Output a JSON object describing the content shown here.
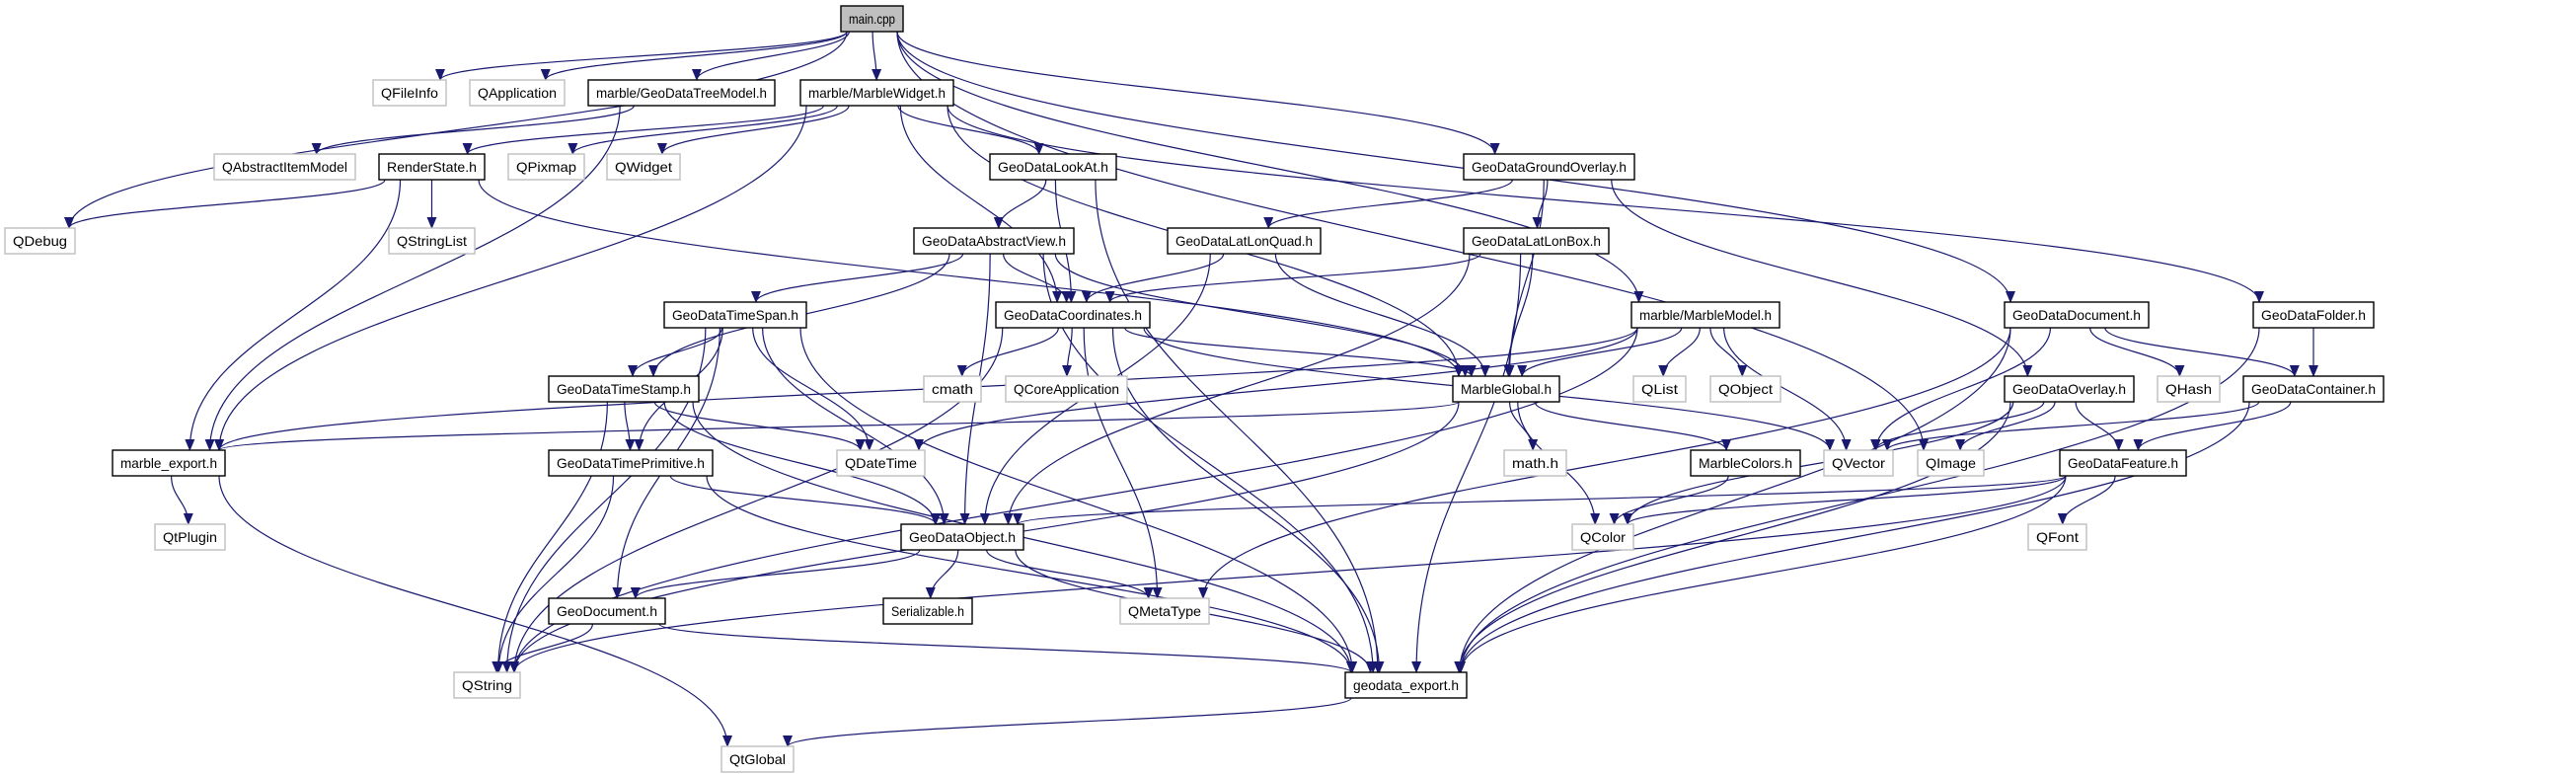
{
  "colors": {
    "edge": "#191970",
    "external_border": "#bfbfbf",
    "internal_border": "#000000",
    "root_fill": "#bfbfbf"
  },
  "nodes": [
    {
      "label": "main.cpp",
      "kind": "root"
    },
    {
      "label": "QFileInfo",
      "kind": "ext"
    },
    {
      "label": "QApplication",
      "kind": "ext"
    },
    {
      "label": "marble/GeoDataTreeModel.h",
      "kind": "int"
    },
    {
      "label": "marble/MarbleWidget.h",
      "kind": "int"
    },
    {
      "label": "QAbstractItemModel",
      "kind": "ext"
    },
    {
      "label": "RenderState.h",
      "kind": "int"
    },
    {
      "label": "QPixmap",
      "kind": "ext"
    },
    {
      "label": "QWidget",
      "kind": "ext"
    },
    {
      "label": "GeoDataLookAt.h",
      "kind": "int"
    },
    {
      "label": "GeoDataGroundOverlay.h",
      "kind": "int"
    },
    {
      "label": "QDebug",
      "kind": "ext"
    },
    {
      "label": "QStringList",
      "kind": "ext"
    },
    {
      "label": "GeoDataAbstractView.h",
      "kind": "int"
    },
    {
      "label": "GeoDataLatLonQuad.h",
      "kind": "int"
    },
    {
      "label": "GeoDataLatLonBox.h",
      "kind": "int"
    },
    {
      "label": "GeoDataTimeSpan.h",
      "kind": "int"
    },
    {
      "label": "GeoDataCoordinates.h",
      "kind": "int"
    },
    {
      "label": "marble/MarbleModel.h",
      "kind": "int"
    },
    {
      "label": "GeoDataDocument.h",
      "kind": "int"
    },
    {
      "label": "GeoDataFolder.h",
      "kind": "int"
    },
    {
      "label": "GeoDataTimeStamp.h",
      "kind": "int"
    },
    {
      "label": "cmath",
      "kind": "ext"
    },
    {
      "label": "QCoreApplication",
      "kind": "ext"
    },
    {
      "label": "MarbleGlobal.h",
      "kind": "int"
    },
    {
      "label": "QList",
      "kind": "ext"
    },
    {
      "label": "QObject",
      "kind": "ext"
    },
    {
      "label": "GeoDataOverlay.h",
      "kind": "int"
    },
    {
      "label": "QHash",
      "kind": "ext"
    },
    {
      "label": "GeoDataContainer.h",
      "kind": "int"
    },
    {
      "label": "marble_export.h",
      "kind": "int"
    },
    {
      "label": "GeoDataTimePrimitive.h",
      "kind": "int"
    },
    {
      "label": "QDateTime",
      "kind": "ext"
    },
    {
      "label": "math.h",
      "kind": "ext"
    },
    {
      "label": "MarbleColors.h",
      "kind": "int"
    },
    {
      "label": "QVector",
      "kind": "ext"
    },
    {
      "label": "QImage",
      "kind": "ext"
    },
    {
      "label": "GeoDataFeature.h",
      "kind": "int"
    },
    {
      "label": "QtPlugin",
      "kind": "ext"
    },
    {
      "label": "GeoDataObject.h",
      "kind": "int"
    },
    {
      "label": "QColor",
      "kind": "ext"
    },
    {
      "label": "QFont",
      "kind": "ext"
    },
    {
      "label": "GeoDocument.h",
      "kind": "int"
    },
    {
      "label": "Serializable.h",
      "kind": "int"
    },
    {
      "label": "QMetaType",
      "kind": "ext"
    },
    {
      "label": "QString",
      "kind": "ext"
    },
    {
      "label": "geodata_export.h",
      "kind": "int"
    },
    {
      "label": "QtGlobal",
      "kind": "ext"
    }
  ],
  "edges": [
    [
      "main.cpp",
      "QDebug"
    ],
    [
      "main.cpp",
      "QFileInfo"
    ],
    [
      "main.cpp",
      "QApplication"
    ],
    [
      "main.cpp",
      "marble/GeoDataTreeModel.h"
    ],
    [
      "main.cpp",
      "marble/MarbleWidget.h"
    ],
    [
      "main.cpp",
      "GeoDataGroundOverlay.h"
    ],
    [
      "main.cpp",
      "marble/MarbleModel.h"
    ],
    [
      "main.cpp",
      "QImage"
    ],
    [
      "main.cpp",
      "GeoDataDocument.h"
    ],
    [
      "marble/GeoDataTreeModel.h",
      "QAbstractItemModel"
    ],
    [
      "marble/GeoDataTreeModel.h",
      "marble_export.h"
    ],
    [
      "marble/MarbleWidget.h",
      "RenderState.h"
    ],
    [
      "marble/MarbleWidget.h",
      "QPixmap"
    ],
    [
      "marble/MarbleWidget.h",
      "QWidget"
    ],
    [
      "marble/MarbleWidget.h",
      "GeoDataLookAt.h"
    ],
    [
      "marble/MarbleWidget.h",
      "GeoDataCoordinates.h"
    ],
    [
      "marble/MarbleWidget.h",
      "MarbleGlobal.h"
    ],
    [
      "marble/MarbleWidget.h",
      "marble_export.h"
    ],
    [
      "marble/MarbleWidget.h",
      "GeoDataFolder.h"
    ],
    [
      "RenderState.h",
      "QDebug"
    ],
    [
      "RenderState.h",
      "QStringList"
    ],
    [
      "RenderState.h",
      "marble_export.h"
    ],
    [
      "RenderState.h",
      "MarbleGlobal.h"
    ],
    [
      "GeoDataLookAt.h",
      "GeoDataAbstractView.h"
    ],
    [
      "GeoDataLookAt.h",
      "GeoDataCoordinates.h"
    ],
    [
      "GeoDataLookAt.h",
      "geodata_export.h"
    ],
    [
      "GeoDataGroundOverlay.h",
      "GeoDataLatLonQuad.h"
    ],
    [
      "GeoDataGroundOverlay.h",
      "GeoDataLatLonBox.h"
    ],
    [
      "GeoDataGroundOverlay.h",
      "MarbleGlobal.h"
    ],
    [
      "GeoDataGroundOverlay.h",
      "GeoDataOverlay.h"
    ],
    [
      "GeoDataAbstractView.h",
      "GeoDataTimeSpan.h"
    ],
    [
      "GeoDataAbstractView.h",
      "GeoDataTimeStamp.h"
    ],
    [
      "GeoDataAbstractView.h",
      "GeoDataCoordinates.h"
    ],
    [
      "GeoDataAbstractView.h",
      "GeoDataObject.h"
    ],
    [
      "GeoDataAbstractView.h",
      "MarbleGlobal.h"
    ],
    [
      "GeoDataAbstractView.h",
      "geodata_export.h"
    ],
    [
      "GeoDataLatLonQuad.h",
      "GeoDataCoordinates.h"
    ],
    [
      "GeoDataLatLonQuad.h",
      "GeoDataObject.h"
    ],
    [
      "GeoDataLatLonQuad.h",
      "MarbleGlobal.h"
    ],
    [
      "GeoDataLatLonBox.h",
      "GeoDataCoordinates.h"
    ],
    [
      "GeoDataLatLonBox.h",
      "GeoDataObject.h"
    ],
    [
      "GeoDataLatLonBox.h",
      "MarbleGlobal.h"
    ],
    [
      "GeoDataLatLonBox.h",
      "geodata_export.h"
    ],
    [
      "GeoDataTimeSpan.h",
      "GeoDataTimeStamp.h"
    ],
    [
      "GeoDataTimeSpan.h",
      "GeoDataTimePrimitive.h"
    ],
    [
      "GeoDataTimeSpan.h",
      "QDateTime"
    ],
    [
      "GeoDataTimeSpan.h",
      "GeoDataObject.h"
    ],
    [
      "GeoDataTimeSpan.h",
      "QString"
    ],
    [
      "GeoDataTimeSpan.h",
      "geodata_export.h"
    ],
    [
      "GeoDataTimeSpan.h",
      "GeoDocument.h"
    ],
    [
      "GeoDataCoordinates.h",
      "cmath"
    ],
    [
      "GeoDataCoordinates.h",
      "QCoreApplication"
    ],
    [
      "GeoDataCoordinates.h",
      "QMetaType"
    ],
    [
      "GeoDataCoordinates.h",
      "QVector"
    ],
    [
      "GeoDataCoordinates.h",
      "MarbleGlobal.h"
    ],
    [
      "GeoDataCoordinates.h",
      "geodata_export.h"
    ],
    [
      "GeoDataCoordinates.h",
      "QString"
    ],
    [
      "marble/MarbleModel.h",
      "QList"
    ],
    [
      "marble/MarbleModel.h",
      "QObject"
    ],
    [
      "marble/MarbleModel.h",
      "QVector"
    ],
    [
      "marble/MarbleModel.h",
      "MarbleGlobal.h"
    ],
    [
      "marble/MarbleModel.h",
      "QString"
    ],
    [
      "marble/MarbleModel.h",
      "QDateTime"
    ],
    [
      "marble/MarbleModel.h",
      "marble_export.h"
    ],
    [
      "GeoDataDocument.h",
      "QHash"
    ],
    [
      "GeoDataDocument.h",
      "GeoDataContainer.h"
    ],
    [
      "GeoDataDocument.h",
      "QVector"
    ],
    [
      "GeoDataDocument.h",
      "QMetaType"
    ],
    [
      "GeoDataDocument.h",
      "geodata_export.h"
    ],
    [
      "GeoDataFolder.h",
      "GeoDataContainer.h"
    ],
    [
      "GeoDataFolder.h",
      "geodata_export.h"
    ],
    [
      "GeoDataTimeStamp.h",
      "GeoDataTimePrimitive.h"
    ],
    [
      "GeoDataTimeStamp.h",
      "QDateTime"
    ],
    [
      "GeoDataTimeStamp.h",
      "GeoDataObject.h"
    ],
    [
      "GeoDataTimeStamp.h",
      "QString"
    ],
    [
      "GeoDataTimeStamp.h",
      "geodata_export.h"
    ],
    [
      "MarbleGlobal.h",
      "math.h"
    ],
    [
      "MarbleGlobal.h",
      "MarbleColors.h"
    ],
    [
      "MarbleGlobal.h",
      "QColor"
    ],
    [
      "MarbleGlobal.h",
      "marble_export.h"
    ],
    [
      "MarbleGlobal.h",
      "QString"
    ],
    [
      "GeoDataOverlay.h",
      "GeoDataFeature.h"
    ],
    [
      "GeoDataOverlay.h",
      "QVector"
    ],
    [
      "GeoDataOverlay.h",
      "QImage"
    ],
    [
      "GeoDataOverlay.h",
      "QColor"
    ],
    [
      "GeoDataOverlay.h",
      "geodata_export.h"
    ],
    [
      "GeoDataContainer.h",
      "GeoDataFeature.h"
    ],
    [
      "GeoDataContainer.h",
      "QVector"
    ],
    [
      "GeoDataContainer.h",
      "geodata_export.h"
    ],
    [
      "GeoDataTimePrimitive.h",
      "GeoDataObject.h"
    ],
    [
      "GeoDataTimePrimitive.h",
      "QString"
    ],
    [
      "GeoDataTimePrimitive.h",
      "geodata_export.h"
    ],
    [
      "MarbleColors.h",
      "QColor"
    ],
    [
      "GeoDataFeature.h",
      "GeoDataObject.h"
    ],
    [
      "GeoDataFeature.h",
      "QColor"
    ],
    [
      "GeoDataFeature.h",
      "QFont"
    ],
    [
      "GeoDataFeature.h",
      "QString"
    ],
    [
      "GeoDataFeature.h",
      "geodata_export.h"
    ],
    [
      "marble_export.h",
      "QtPlugin"
    ],
    [
      "marble_export.h",
      "QtGlobal"
    ],
    [
      "GeoDataObject.h",
      "GeoDocument.h"
    ],
    [
      "GeoDataObject.h",
      "Serializable.h"
    ],
    [
      "GeoDataObject.h",
      "QMetaType"
    ],
    [
      "GeoDataObject.h",
      "geodata_export.h"
    ],
    [
      "GeoDocument.h",
      "QString"
    ],
    [
      "GeoDocument.h",
      "geodata_export.h"
    ],
    [
      "geodata_export.h",
      "QtGlobal"
    ]
  ]
}
